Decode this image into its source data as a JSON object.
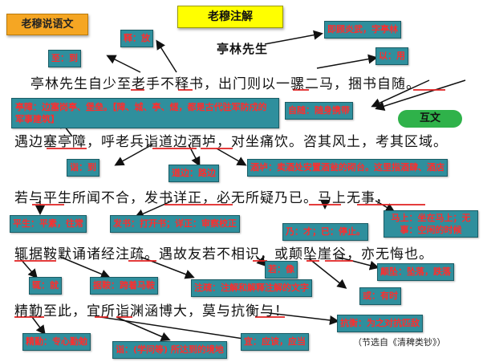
{
  "header": {
    "brand_label": "老穆说语文",
    "title_label": "老穆注解"
  },
  "author_label": "亭林先生",
  "lines": [
    "亭林先生自少至老手不释书，出门则以一骡二马，捆书自随。",
    "遇边塞亭障，呼老兵诣道边酒垆，对坐痛饮。咨其风土，考其区域。",
    "若与平生所闻不合，发书详正，必无所疑乃已。马上无事，",
    "辄据鞍默诵诸经注疏。遇故友若不相识，或颠坠崖谷，亦无悔也。",
    "精勤至此，宜所诣渊涵博大，莫与抗衡与！"
  ],
  "source_label": "（节选自《清稗类钞》）",
  "notes": {
    "shi": "释：放",
    "zhi": "至：到",
    "tinglin": "即顾炎武，字亭林",
    "yi": "以：用",
    "zisui": "自随：随身携带",
    "huwen": "互文",
    "tingzhang": "亭障：边塞岗亭、堡垒。【障、城、亭、燧，都是古代驻军防戍的军事建筑】",
    "yi2": "诣：到",
    "daobian": "道边：路边",
    "jiulu": "酒垆：卖酒处安置酒瓮的砌台。这里指酒肆、酒店",
    "pingsheng": "平生：平素，往常",
    "fashu": "发书：打开书；详正：审察校正",
    "naiyi": "乃：才；已：停止。",
    "mashang": "马上：坐在马上；无事：空闲的时候",
    "zhe": "辄：就",
    "juan": "据鞍：跨着马鞍",
    "zhushu": "注疏：注解和解释注解的文字",
    "ruo": "若：像",
    "huo": "或：有时",
    "dianzhui": "颠坠：坠落，跌落",
    "jingqin": "精勤：专心勤勉",
    "yi3": "诣：(学问等) 所达到的境地",
    "yi4": "宜：应该，应当",
    "kangheng": "抗衡：为之对抗匹敌"
  },
  "colors": {
    "brand": "#f5a623",
    "title": "#ffff00",
    "note_box": "#2f8f9d",
    "note_text": "#ff2d2d",
    "oval": "#2fb24a",
    "underline": "#e02020"
  }
}
